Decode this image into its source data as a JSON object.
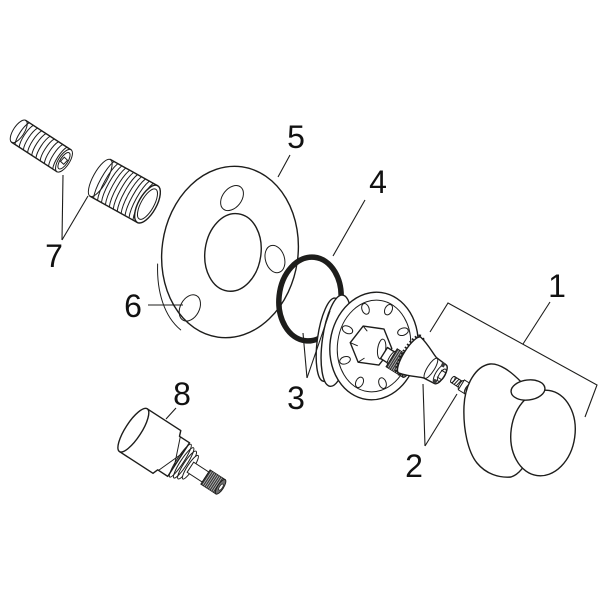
{
  "diagram": {
    "type": "exploded-parts-diagram",
    "colors": {
      "bg": "#ffffff",
      "line": "#1d1d1b",
      "knurl": "#3a3a3a",
      "ridge": "#c9c9c9",
      "metal": "#6f6f6f"
    },
    "labels": [
      {
        "text": "1"
      },
      {
        "text": "2"
      },
      {
        "text": "3"
      },
      {
        "text": "4"
      },
      {
        "text": "5"
      },
      {
        "text": "6"
      },
      {
        "text": "7"
      },
      {
        "text": "8"
      }
    ]
  }
}
